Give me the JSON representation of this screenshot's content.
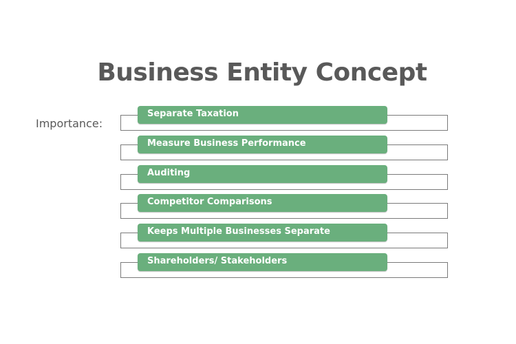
{
  "title": "Business Entity Concept",
  "importance_label": "Importance:",
  "items": [
    {
      "label": "Separate Taxation"
    },
    {
      "label": "Measure Business Performance"
    },
    {
      "label": "Auditing"
    },
    {
      "label": "Competitor Comparisons"
    },
    {
      "label": "Keeps Multiple Businesses Separate"
    },
    {
      "label": "Shareholders/ Stakeholders"
    }
  ],
  "colors": {
    "pill_fill": "#6aaf7d",
    "pill_text": "#ffffff",
    "frame_border": "#7a7a7a",
    "title_text": "#595959"
  }
}
